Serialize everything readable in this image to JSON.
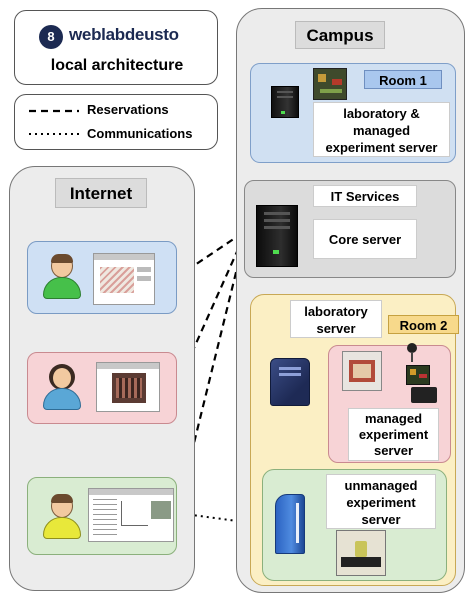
{
  "brand": {
    "logo_text": "weblabdeusto",
    "subtitle": "local architecture"
  },
  "legend": {
    "reservations": "Reservations",
    "communications": "Communications"
  },
  "regions": {
    "internet": "Internet",
    "campus": "Campus"
  },
  "room1": {
    "label": "Room 1",
    "server_label": "laboratory & managed experiment server"
  },
  "it_services": {
    "label": "IT Services",
    "core_label": "Core server"
  },
  "room2": {
    "label": "Room 2",
    "lab_server_label": "laboratory server",
    "managed_label": "managed experiment server",
    "unmanaged_label": "unmanaged experiment server"
  },
  "colors": {
    "region_bg": "#ececec",
    "room1_bg": "#d0e0f2",
    "room2_bg": "#fbefc4",
    "client_blue": "#cfe0f4",
    "client_pink": "#f7d3d6",
    "client_green": "#d9ecd2",
    "room1_tag": "#a9c7ee",
    "room2_tag": "#f7d98b"
  }
}
